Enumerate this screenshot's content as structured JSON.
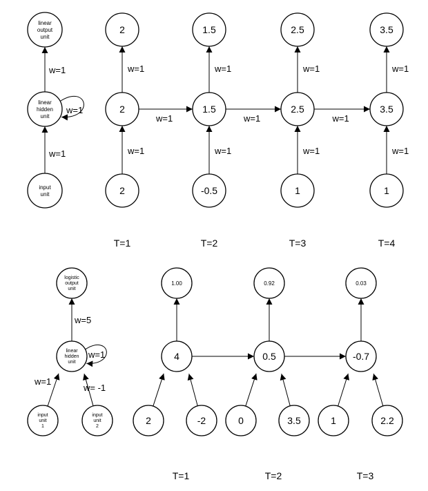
{
  "top": {
    "legend": {
      "output": "linear\noutput\nunit",
      "hidden": "linear\nhidden\nunit",
      "input": "input\nunit",
      "w_out": "w=1",
      "w_in": "w=1",
      "w_self": "w=1"
    },
    "columns": [
      {
        "output": "2",
        "hidden": "2",
        "input": "2",
        "w_out": "w=1",
        "w_in": "w=1",
        "time": "T=1"
      },
      {
        "output": "1.5",
        "hidden": "1.5",
        "input": "-0.5",
        "w_out": "w=1",
        "w_in": "w=1",
        "time": "T=2"
      },
      {
        "output": "2.5",
        "hidden": "2.5",
        "input": "1",
        "w_out": "w=1",
        "w_in": "w=1",
        "time": "T=3"
      },
      {
        "output": "3.5",
        "hidden": "3.5",
        "input": "1",
        "w_out": "w=1",
        "w_in": "w=1",
        "time": "T=4"
      }
    ],
    "recurrent_weights": [
      "w=1",
      "w=1",
      "w=1"
    ]
  },
  "bottom": {
    "legend": {
      "output": "logistic\noutput\nunit",
      "hidden": "linear\nhidden\nunit",
      "input1": "input\nunit\n1",
      "input2": "input\nunit\n2",
      "w_out": "w=5",
      "w_in1": "w=1",
      "w_in2": "w= -1",
      "w_self": "w=1"
    },
    "columns": [
      {
        "output": "1.00",
        "hidden": "4",
        "input1": "2",
        "input2": "-2",
        "time": "T=1"
      },
      {
        "output": "0.92",
        "hidden": "0.5",
        "input1": "0",
        "input2": "3.5",
        "time": "T=2"
      },
      {
        "output": "0.03",
        "hidden": "-0.7",
        "input1": "1",
        "input2": "2.2",
        "time": "T=3"
      }
    ]
  }
}
